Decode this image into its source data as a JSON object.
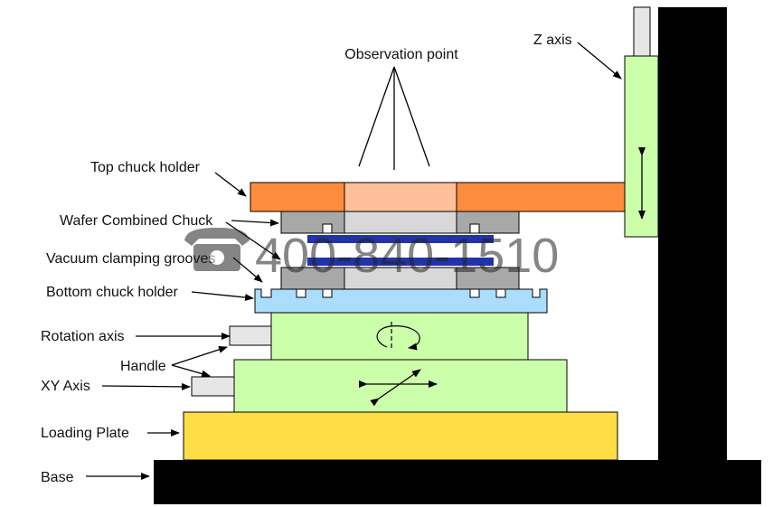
{
  "labels": {
    "observation_point": "Observation point",
    "z_axis": "Z axis",
    "top_chuck_holder": "Top chuck holder",
    "wafer_combined_chuck": "Wafer Combined Chuck",
    "vacuum_clamping_grooves": "Vacuum clamping grooves",
    "bottom_chuck_holder": "Bottom chuck holder",
    "rotation_axis": "Rotation axis",
    "handle": "Handle",
    "xy_axis": "XY Axis",
    "loading_plate": "Loading Plate",
    "base": "Base"
  },
  "watermark": {
    "text": "400-840-1510",
    "icon": "telephone-icon"
  },
  "colors": {
    "top_chuck": "#ff8c3c",
    "top_chuck_window": "#ffbf99",
    "z_axis_block": "#ccffaa",
    "stage": "#ccffaa",
    "bottom_chuck": "#aaddff",
    "loading_plate": "#ffdd44",
    "base": "#000000",
    "wafer_chuck": "#a8a8a8",
    "wafer_window": "#d8d8d8",
    "wafer": "#2233aa",
    "handle": "#e6e6e6"
  }
}
